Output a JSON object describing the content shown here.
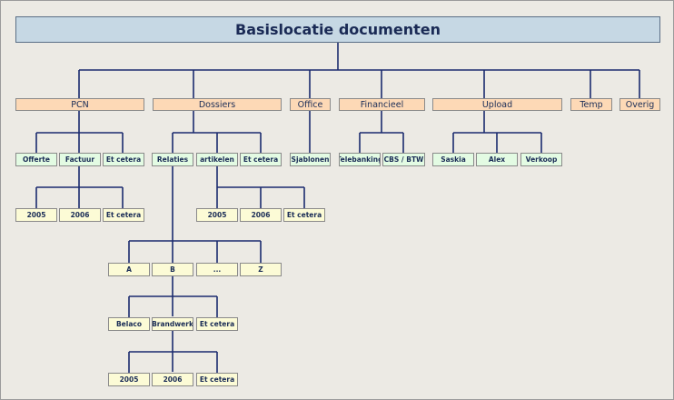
{
  "title": "Basislocatie documenten",
  "categories": {
    "pcn": "PCN",
    "dossiers": "Dossiers",
    "office": "Office",
    "financieel": "Financieel",
    "upload": "Upload",
    "temp": "Temp",
    "overig": "Overig"
  },
  "pcn_children": [
    "Offerte",
    "Factuur",
    "Et cetera"
  ],
  "factuur_children": [
    "2005",
    "2006",
    "Et cetera"
  ],
  "dossiers_children": [
    "Relaties",
    "artikelen",
    "Et cetera"
  ],
  "artikelen_children": [
    "2005",
    "2006",
    "Et cetera"
  ],
  "relaties_children": [
    "A",
    "B",
    "...",
    "Z"
  ],
  "b_children": [
    "Belaco",
    "Brandwerk",
    "Et cetera"
  ],
  "brandwerk_children": [
    "2005",
    "2006",
    "Et cetera"
  ],
  "office_children": [
    "Sjablonen"
  ],
  "financieel_children": [
    "Telebanking",
    "CBS / BTW"
  ],
  "upload_children": [
    "Saskia",
    "Alex",
    "Verkoop"
  ],
  "colors": {
    "line": "#1b2b6e",
    "title_fill": "#c6d8e4",
    "category_fill": "#fdd9b6",
    "green_fill": "#e3fbe3",
    "yellow_fill": "#fcfbd6",
    "background": "#eceae4"
  }
}
